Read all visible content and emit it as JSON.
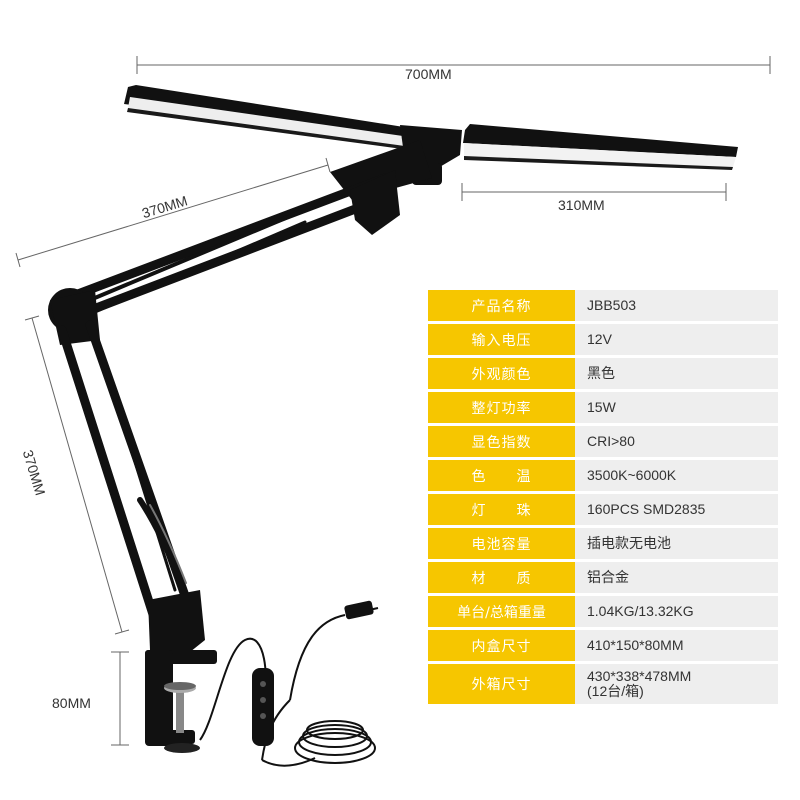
{
  "dimensions": {
    "width_total": "700MM",
    "width_head": "310MM",
    "arm_upper": "370MM",
    "arm_lower": "370MM",
    "clamp_height": "80MM"
  },
  "specs": [
    {
      "label": "产品名称",
      "value": "JBB503"
    },
    {
      "label": "输入电压",
      "value": "12V"
    },
    {
      "label": "外观颜色",
      "value": "黑色"
    },
    {
      "label": "整灯功率",
      "value": "15W"
    },
    {
      "label": "显色指数",
      "value": "CRI>80"
    },
    {
      "label": "色　　温",
      "value": "3500K~6000K"
    },
    {
      "label": "灯　　珠",
      "value": "160PCS SMD2835"
    },
    {
      "label": "电池容量",
      "value": "插电款无电池"
    },
    {
      "label": "材　　质",
      "value": "铝合金"
    },
    {
      "label": "单台/总箱重量",
      "value": "1.04KG/13.32KG"
    },
    {
      "label": "内盒尺寸",
      "value": "410*150*80MM"
    },
    {
      "label": "外箱尺寸",
      "value": "430*338*478MM",
      "value2": "(12台/箱)"
    }
  ],
  "colors": {
    "label_bg": "#f6c600",
    "value_bg": "#eeeeee",
    "lamp": "#111111"
  }
}
